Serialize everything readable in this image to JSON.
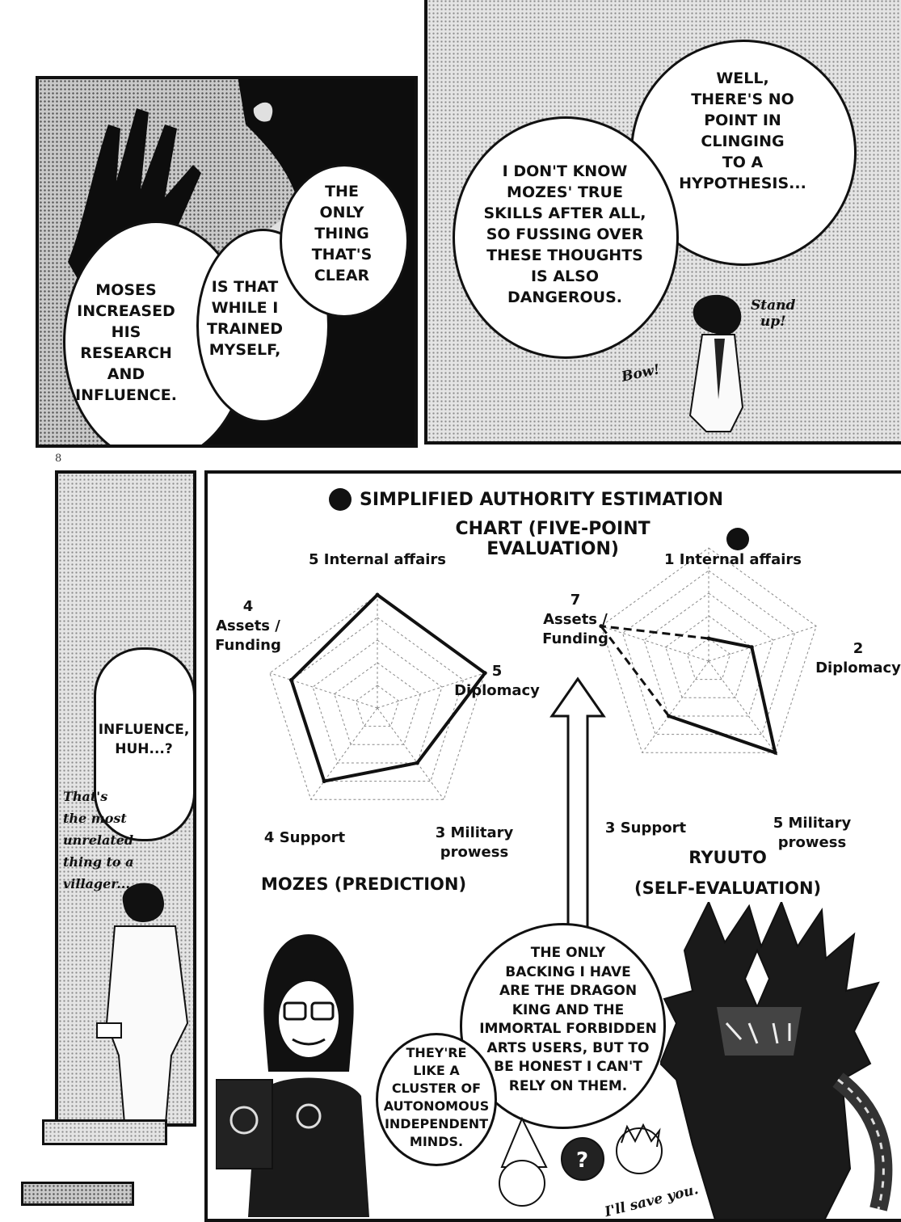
{
  "page_number": "8",
  "panels": {
    "top_left": {
      "bubbles": [
        "MOSES\nINCREASED\nHIS\nRESEARCH\nAND\nINFLUENCE.",
        "IS THAT\nWHILE I\nTRAINED\nMYSELF,",
        "THE\nONLY\nTHING\nTHAT'S\nCLEAR"
      ]
    },
    "top_right": {
      "bubbles": [
        "WELL,\nTHERE'S NO\nPOINT IN\nCLINGING\nTO A\nHYPOTHESIS...",
        "I DON'T KNOW\nMOZES' TRUE\nSKILLS AFTER ALL,\nSO FUSSING OVER\nTHESE THOUGHTS\nIS ALSO\nDANGEROUS."
      ],
      "sfx": [
        "Stand\nup!",
        "Bow!"
      ]
    },
    "left_strip": {
      "bubble": "INFLUENCE,\nHUH...?",
      "sfx": "That's\nthe most\nunrelated\nthing to a\nvillager..."
    },
    "chart_panel": {
      "title_line1": "SIMPLIFIED AUTHORITY ESTIMATION",
      "title_line2": "CHART (FIVE-POINT EVALUATION)",
      "mozes_caption": "MOZES (PREDICTION)",
      "ryuuto_caption": "RYUUTO\n(SELF-EVALUATION)",
      "bubble_main": "THE ONLY\nBACKING I HAVE\nARE THE DRAGON\nKING AND THE\nIMMORTAL FORBIDDEN\nARTS USERS, BUT TO\nBE HONEST I CAN'T\nRELY ON THEM.",
      "bubble_side": "THEY'RE\nLIKE A\nCLUSTER OF\nAUTONOMOUS\nINDEPENDENT\nMINDS.",
      "sfx_bottom": "I'll save you."
    }
  },
  "chart_data": [
    {
      "type": "radar",
      "title": "MOZES (PREDICTION)",
      "axes": [
        "Internal affairs",
        "Diplomacy",
        "Military prowess",
        "Support",
        "Assets / Funding"
      ],
      "values": [
        5,
        5,
        3,
        4,
        4
      ],
      "labels": [
        "5 Internal affairs",
        "5\nDiplomacy",
        "3 Military\nprowess",
        "4 Support",
        "4\nAssets /\nFunding"
      ],
      "max": 5
    },
    {
      "type": "radar",
      "title": "RYUUTO (SELF-EVALUATION)",
      "axes": [
        "Internal affairs",
        "Diplomacy",
        "Military prowess",
        "Support",
        "Assets / Funding"
      ],
      "values": [
        1,
        2,
        5,
        3,
        7
      ],
      "labels": [
        "1 Internal affairs",
        "2\nDiplomacy",
        "5 Military\nprowess",
        "3 Support",
        "7\nAssets /\nFunding"
      ],
      "max": 5
    }
  ]
}
